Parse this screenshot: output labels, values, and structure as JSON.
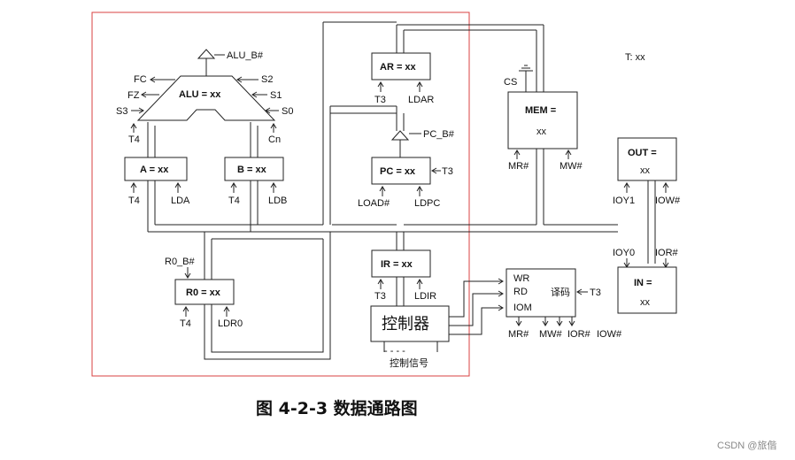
{
  "caption": "图  4-2-3   数据通路图",
  "watermark": "CSDN @旅偕",
  "colors": {
    "highlight_frame": "#d94040",
    "line": "#222222"
  },
  "t_display": "T: xx",
  "alu": {
    "title": "ALU =  xx",
    "alu_b": "ALU_B#",
    "left_signals": [
      "FC",
      "FZ",
      "S3"
    ],
    "right_signals": [
      "S2",
      "S1",
      "S0"
    ],
    "t4": "T4",
    "cn": "Cn"
  },
  "reg_a": {
    "title": "A = xx",
    "clk": "T4",
    "load": "LDA"
  },
  "reg_b": {
    "title": "B = xx",
    "clk": "T4",
    "load": "LDB"
  },
  "r0": {
    "title": "R0 = xx",
    "bus_ctrl": "R0_B#",
    "clk": "T4",
    "load": "LDR0"
  },
  "ar": {
    "title": "AR = xx",
    "clk": "T3",
    "load": "LDAR"
  },
  "pc": {
    "title": "PC = xx",
    "pc_b": "PC_B#",
    "t3": "T3",
    "load": "LOAD#",
    "ldpc": "LDPC"
  },
  "ir": {
    "title": "IR = xx",
    "clk": "T3",
    "load": "LDIR"
  },
  "controller": {
    "title": "控制器",
    "signals": "控制信号",
    "dots": "- - - -"
  },
  "mem": {
    "title": "MEM =",
    "value": "xx",
    "cs": "CS",
    "mr": "MR#",
    "mw": "MW#"
  },
  "out": {
    "title": "OUT =",
    "value": "xx",
    "ioy": "IOY1",
    "iow": "IOW#"
  },
  "in_dev": {
    "title": "IN =",
    "value": "xx",
    "ioy": "IOY0",
    "ior": "IOR#"
  },
  "decoder": {
    "inputs": [
      "WR",
      "RD",
      "IOM"
    ],
    "title": "译码",
    "clk": "T3",
    "outputs": [
      "MR#",
      "MW#",
      "IOR#",
      "IOW#"
    ]
  }
}
